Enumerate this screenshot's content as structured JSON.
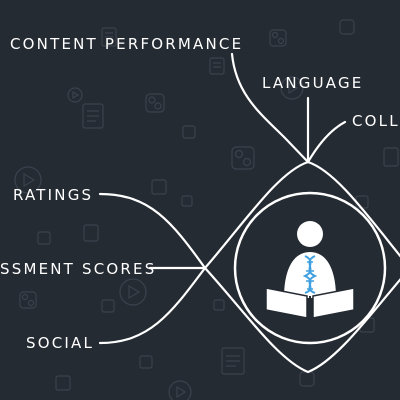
{
  "labels": {
    "content_performance": "CONTENT PERFORMANCE",
    "language": "LANGUAGE",
    "collections": "COLL",
    "ratings": "RATINGS",
    "assessment_scores": "SSMENT SCORES",
    "social": "SOCIAL"
  },
  "colors": {
    "background": "#252b33",
    "line": "#ffffff",
    "faint_icon": "#3a424d",
    "dna_accent": "#3fa0e0"
  },
  "icons": {
    "center": "reader-with-dna-icon",
    "background": [
      "play-icon",
      "document-icon",
      "link-icon",
      "chat-icon"
    ]
  }
}
